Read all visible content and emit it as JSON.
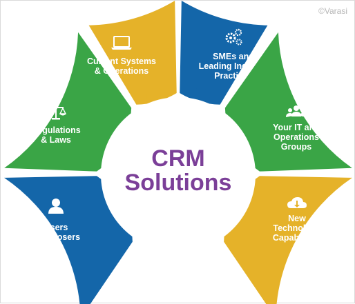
{
  "watermark": "©Varasi",
  "center": {
    "line1": "CRM",
    "line2": "Solutions",
    "color": "#7b3f98"
  },
  "segments": [
    {
      "id": "users-choosers",
      "lines": [
        "Users",
        "& Choosers"
      ],
      "color": "#1466a9",
      "icon": "user-icon"
    },
    {
      "id": "regulations-laws",
      "lines": [
        "Regulations",
        "& Laws"
      ],
      "color": "#3aa546",
      "icon": "scales-icon"
    },
    {
      "id": "current-systems",
      "lines": [
        "Current Systems",
        "& Operations"
      ],
      "color": "#e5b229",
      "icon": "laptop-icon"
    },
    {
      "id": "smes-practices",
      "lines": [
        "SMEs and",
        "Leading Industry",
        "Practices"
      ],
      "color": "#1466a9",
      "icon": "gears-icon"
    },
    {
      "id": "it-operations",
      "lines": [
        "Your IT and",
        "Operations",
        "Groups"
      ],
      "color": "#3aa546",
      "icon": "group-icon"
    },
    {
      "id": "new-technology",
      "lines": [
        "New",
        "Technology",
        "Capabilities"
      ],
      "color": "#e5b229",
      "icon": "cloud-download-icon"
    }
  ]
}
